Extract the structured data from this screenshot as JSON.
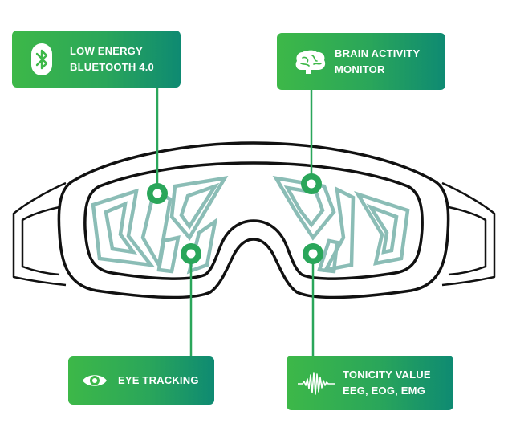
{
  "colors": {
    "accent_green": "#2aa65a",
    "accent_teal": "#0e8a72",
    "outline": "#111111",
    "pattern": "#8bbdb6"
  },
  "callouts": {
    "bluetooth": {
      "line1": "LOW ENERGY",
      "line2": "BLUETOOTH 4.0",
      "icon": "bluetooth-icon"
    },
    "brain": {
      "line1": "BRAIN ACTIVITY",
      "line2": "MONITOR",
      "icon": "brain-icon"
    },
    "eye": {
      "line1": "EYE TRACKING",
      "icon": "eye-icon"
    },
    "tonicity": {
      "line1": "TONICITY VALUE",
      "line2": "EEG, EOG, EMG",
      "icon": "waveform-icon"
    }
  }
}
